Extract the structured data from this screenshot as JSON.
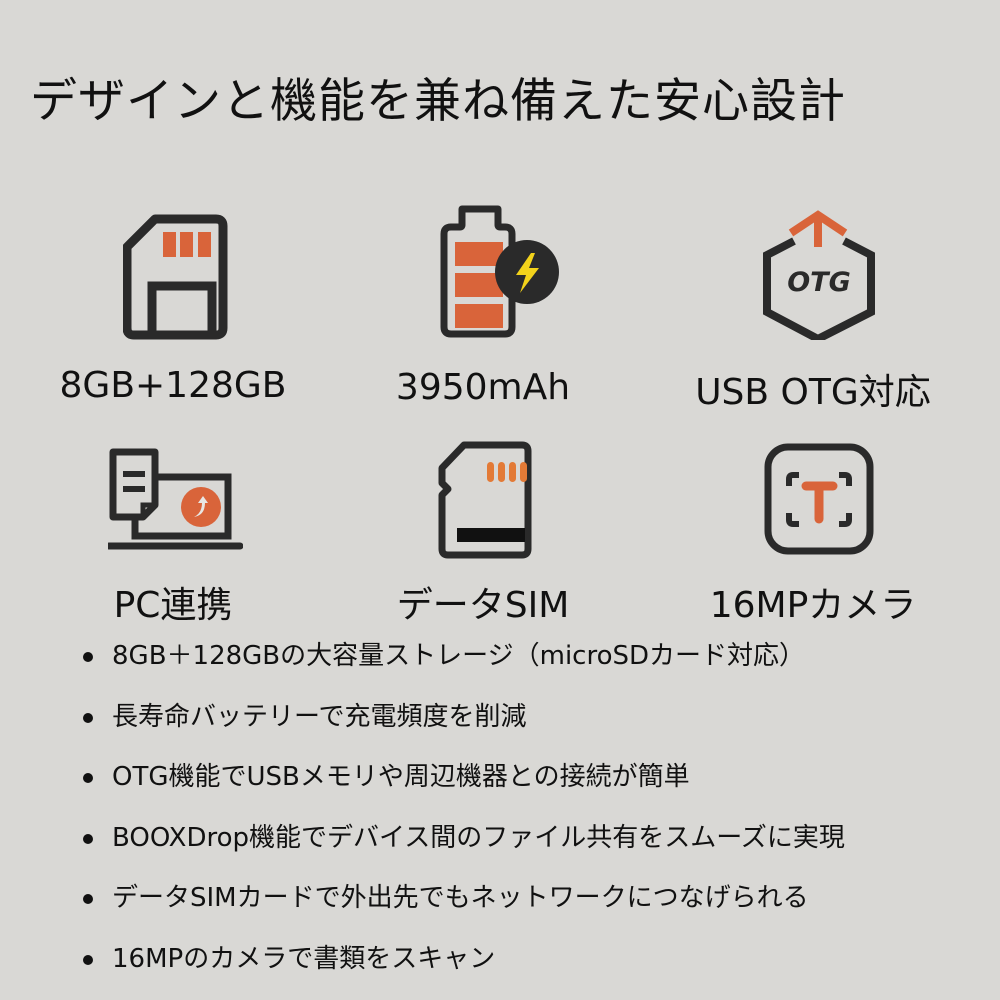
{
  "title": "デザインと機能を兼ね備えた安心設計",
  "colors": {
    "background": "#d9d8d5",
    "icon_stroke": "#2a2a2a",
    "accent_orange": "#d9643a",
    "lightning_yellow": "#f2d21b"
  },
  "features": [
    {
      "icon": "storage-card-icon",
      "label": "8GB+128GB"
    },
    {
      "icon": "battery-charging-icon",
      "label": "3950mAh"
    },
    {
      "icon": "otg-icon",
      "label": "USB OTG対応"
    },
    {
      "icon": "pc-transfer-icon",
      "label": "PC連携"
    },
    {
      "icon": "sim-card-icon",
      "label": "データSIM"
    },
    {
      "icon": "camera-scan-icon",
      "label": "16MPカメラ"
    }
  ],
  "otg_icon_text": "OTG",
  "camera_icon_text": "T",
  "bullets": [
    "8GB＋128GBの大容量ストレージ（microSDカード対応）",
    "長寿命バッテリーで充電頻度を削減",
    "OTG機能でUSBメモリや周辺機器との接続が簡単",
    "BOOXDrop機能でデバイス間のファイル共有をスムーズに実現",
    "データSIMカードで外出先でもネットワークにつなげられる",
    "16MPのカメラで書類をスキャン"
  ]
}
